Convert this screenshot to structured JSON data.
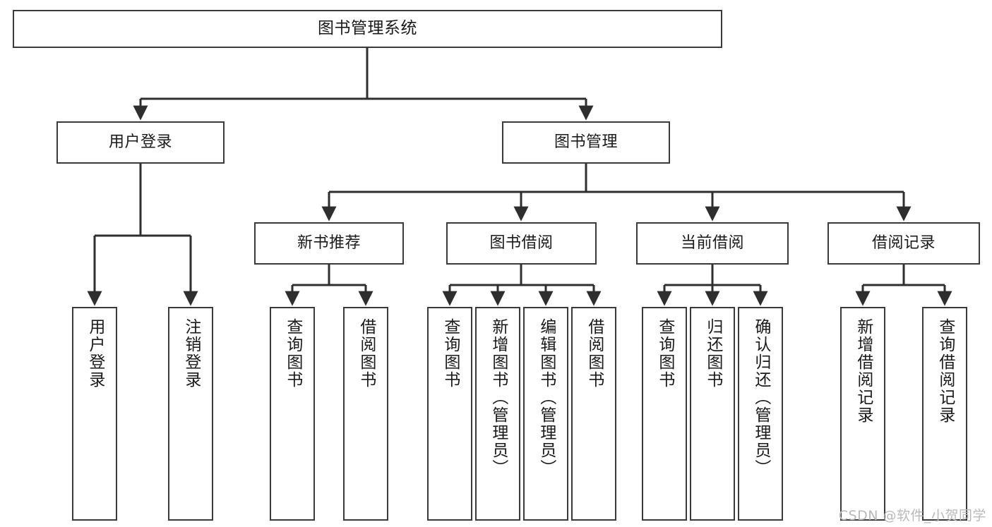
{
  "diagram": {
    "type": "tree-hierarchy",
    "title": "图书管理系统",
    "watermark": "CSDN @软件_小贺同学",
    "colors": {
      "box_border": "#3a3a3a",
      "box_fill": "#ffffff",
      "edge": "#2e2e2e",
      "text": "#1a1a1a",
      "watermark": "#b9b9b9"
    },
    "levels": {
      "root": {
        "label": "图书管理系统"
      },
      "level2": [
        {
          "label": "用户登录"
        },
        {
          "label": "图书管理"
        }
      ],
      "level3": [
        {
          "label": "新书推荐"
        },
        {
          "label": "图书借阅"
        },
        {
          "label": "当前借阅"
        },
        {
          "label": "借阅记录"
        }
      ],
      "leaves": {
        "user_login": [
          {
            "label": "用户登录"
          },
          {
            "label": "注销登录"
          }
        ],
        "new_book_recommend": [
          {
            "label": "查询图书"
          },
          {
            "label": "借阅图书"
          }
        ],
        "book_borrow": [
          {
            "label": "查询图书"
          },
          {
            "label": "新增图书（管理员）"
          },
          {
            "label": "编辑图书（管理员）"
          },
          {
            "label": "借阅图书"
          }
        ],
        "current_borrow": [
          {
            "label": "查询图书"
          },
          {
            "label": "归还图书"
          },
          {
            "label": "确认归还（管理员）"
          }
        ],
        "borrow_record": [
          {
            "label": "新增借阅记录"
          },
          {
            "label": "查询借阅记录"
          }
        ]
      }
    }
  }
}
